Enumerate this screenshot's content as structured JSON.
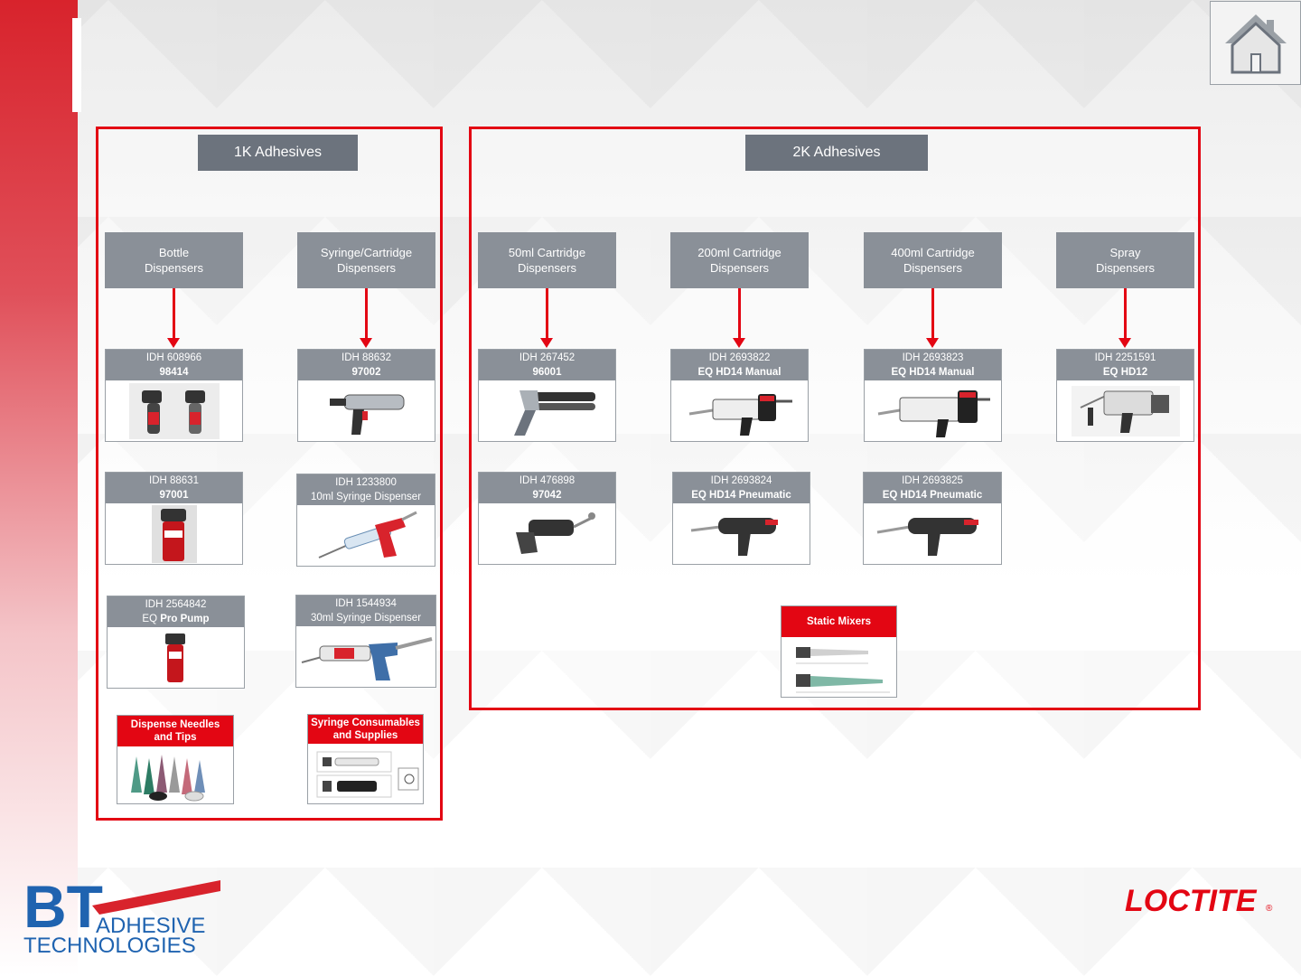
{
  "sections": {
    "k1": {
      "title": "1K Adhesives"
    },
    "k2": {
      "title": "2K Adhesives"
    }
  },
  "categories": {
    "bottle": "Bottle\nDispensers",
    "syringe": "Syringe/Cartridge\nDispensers",
    "c50": "50ml Cartridge\nDispensers",
    "c200": "200ml Cartridge\nDispensers",
    "c400": "400ml Cartridge\nDispensers",
    "spray": "Spray\nDispensers"
  },
  "products": [
    {
      "idh": "IDH 608966",
      "sub": "98414"
    },
    {
      "idh": "IDH 88632",
      "sub": "97002"
    },
    {
      "idh": "IDH 88631",
      "sub": "97001"
    },
    {
      "idh": "IDH 1233800",
      "sub": "10ml Syringe Dispenser"
    },
    {
      "idh": "IDH 2564842",
      "sub_prefix": "EQ",
      "sub": "Pro Pump"
    },
    {
      "idh": "IDH 1544934",
      "sub": "30ml Syringe Dispenser"
    },
    {
      "idh": "IDH 267452",
      "sub": "96001"
    },
    {
      "idh": "IDH 476898",
      "sub": "97042"
    },
    {
      "idh": "IDH 2693822",
      "sub": "EQ HD14 Manual"
    },
    {
      "idh": "IDH 2693824",
      "sub": "EQ HD14 Pneumatic"
    },
    {
      "idh": "IDH 2693823",
      "sub": "EQ HD14 Manual"
    },
    {
      "idh": "IDH 2693825",
      "sub": "EQ HD14 Pneumatic"
    },
    {
      "idh": "IDH 2251591",
      "sub": "EQ HD12"
    }
  ],
  "consumables": {
    "needles": "Dispense Needles\nand Tips",
    "syringe_supplies": "Syringe Consumables\nand Supplies",
    "static_mixers": "Static Mixers"
  },
  "logos": {
    "bt_main": "BT",
    "bt_line1": "ADHESIVE",
    "bt_line2": "TECHNOLOGIES",
    "loctite": "LOCTITE",
    "loctite_mark": "®"
  },
  "icons": {
    "home": "home-icon"
  },
  "colors": {
    "accent": "#e30613",
    "header_grey": "#6c737d",
    "box_grey": "#8a9098",
    "bt_blue": "#1f63b0"
  }
}
